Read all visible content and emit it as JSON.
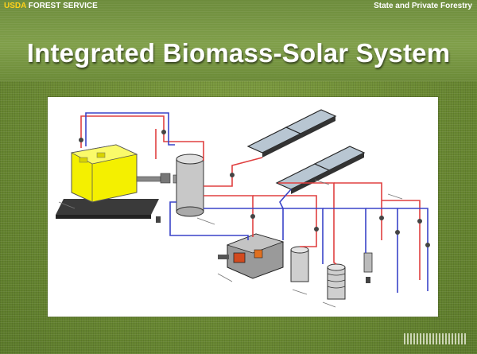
{
  "header": {
    "agency_highlight": "USDA",
    "agency_rest": " FOREST SERVICE",
    "section": "State and Private Forestry"
  },
  "slide": {
    "title": "Integrated Biomass-Solar System"
  },
  "colors": {
    "background_green": "#6f8e37",
    "agency_yellow": "#ffd11a",
    "title_white": "#ffffff",
    "pipe_hot": "#e04040",
    "pipe_cold": "#3a44c8",
    "generator_yellow": "#f4f000"
  },
  "diagram": {
    "type": "plumbing-schematic"
  }
}
